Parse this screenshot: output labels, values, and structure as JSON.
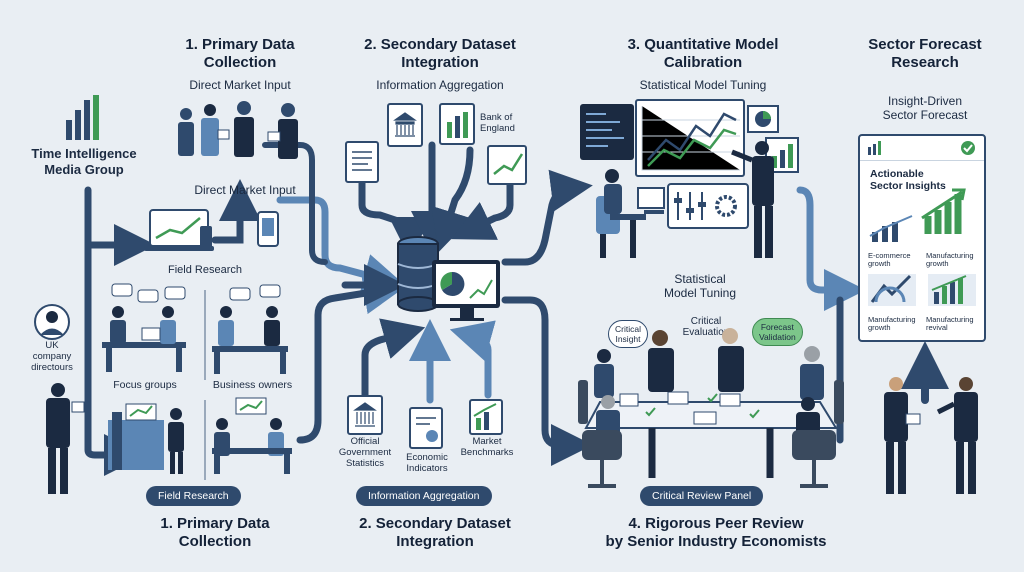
{
  "brand": {
    "name_line1": "Time Intelligence",
    "name_line2": "Media Group"
  },
  "col1": {
    "title_line1": "1. Primary Data",
    "title_line2": "Collection",
    "subtitle": "Direct Market Input",
    "mid_label": "Direct Market Input",
    "field_label": "Field Research",
    "focus_label": "Focus groups",
    "owners_label": "Business owners",
    "uk_line1": "UK",
    "uk_line2": "company",
    "uk_line3": "directours",
    "pill": "Field Research",
    "bottom_line1": "1. Primary Data",
    "bottom_line2": "Collection"
  },
  "col2": {
    "title_line1": "2. Secondary Dataset",
    "title_line2": "Integration",
    "subtitle": "Information Aggregation",
    "boe_line1": "Bank of",
    "boe_line2": "England",
    "ogs_line1": "Official",
    "ogs_line2": "Government",
    "ogs_line3": "Statistics",
    "ei_line1": "Economic",
    "ei_line2": "Indicators",
    "mb_line1": "Market",
    "mb_line2": "Benchmarks",
    "pill": "Information Aggregation",
    "bottom_line1": "2. Secondary Dataset",
    "bottom_line2": "Integration"
  },
  "col3": {
    "title_line1": "3. Quantitative Model",
    "title_line2": "Calibration",
    "subtitle": "Statistical Model Tuning",
    "mid_line1": "Statistical",
    "mid_line2": "Model Tuning",
    "bubble_insight_line1": "Critical",
    "bubble_insight_line2": "Insight",
    "bubble_eval_line1": "Critical",
    "bubble_eval_line2": "Evaluation",
    "bubble_forecast_line1": "Forecast",
    "bubble_forecast_line2": "Validation",
    "pill": "Critical Review Panel",
    "bottom_line1": "4. Rigorous Peer Review",
    "bottom_line2": "by Senior Industry Economists"
  },
  "col4": {
    "title_line1": "Sector Forecast",
    "title_line2": "Research",
    "subtitle_line1": "Insight-Driven",
    "subtitle_line2": "Sector Forecast",
    "panel_title_line1": "Actionable",
    "panel_title_line2": "Sector Insights",
    "tiles": [
      {
        "line1": "E-commerce",
        "line2": "growth"
      },
      {
        "line1": "Manufacturing",
        "line2": "growth"
      },
      {
        "line1": "Manufacturing",
        "line2": "growth"
      },
      {
        "line1": "Manufacturing",
        "line2": "revival"
      }
    ]
  },
  "colors": {
    "navy": "#2f4a6d",
    "dark": "#142238",
    "green": "#3f9a55",
    "steel": "#5b86b5",
    "bg": "#e9eef3"
  }
}
